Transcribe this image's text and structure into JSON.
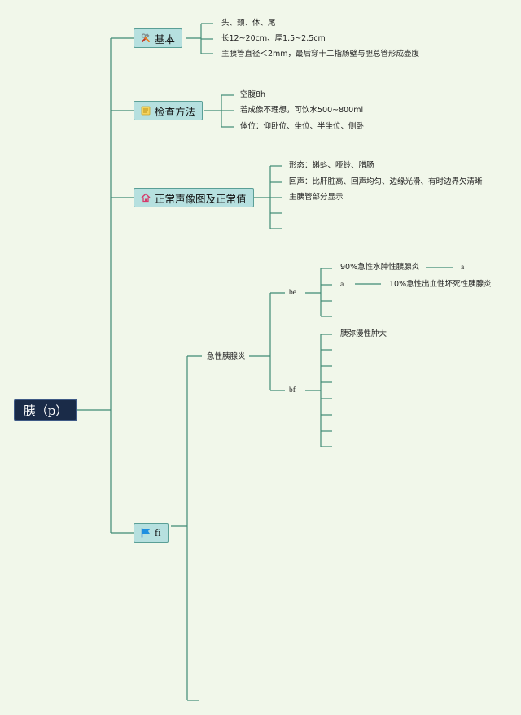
{
  "root": {
    "label": "胰（p）"
  },
  "colors": {
    "background": "#f1f7ea",
    "line": "#3f8a74",
    "root_fill": "#1a2b48",
    "topic_fill": "#b6e0df",
    "topic_border": "#5a9f96"
  },
  "topics": [
    {
      "label": "基本",
      "icon": "tools-icon",
      "items": [
        "头、颈、体、尾",
        "长12~20cm、厚1.5~2.5cm",
        "主胰管直径＜2mm，最后穿十二指肠壁与胆总管形成壶腹"
      ]
    },
    {
      "label": "检查方法",
      "icon": "note-icon",
      "items": [
        "空腹8h",
        "若成像不理想，可饮水500~800ml",
        "体位：仰卧位、坐位、半坐位、侧卧"
      ]
    },
    {
      "label": "正常声像图及正常值",
      "icon": "home-icon",
      "items": [
        "形态：蝌蚪、哑铃、腊肠",
        "回声：比肝脏高、回声均匀、边缘光滑、有时边界欠清晰",
        "主胰管部分显示",
        "",
        ""
      ]
    },
    {
      "label": "fi",
      "icon": "flag-icon",
      "child": {
        "label": "急性胰腺炎",
        "groups": [
          {
            "label": "be",
            "items": [
              {
                "label": "90%急性水肿性胰腺炎",
                "sub": "a"
              },
              {
                "label": "a",
                "sub": "10%急性出血性坏死性胰腺炎"
              },
              {
                "label": ""
              },
              {
                "label": ""
              }
            ]
          },
          {
            "label": "bf",
            "items": [
              {
                "label": "胰弥漫性肿大"
              },
              {
                "label": ""
              },
              {
                "label": ""
              },
              {
                "label": ""
              },
              {
                "label": ""
              },
              {
                "label": ""
              },
              {
                "label": ""
              },
              {
                "label": ""
              }
            ]
          }
        ]
      }
    }
  ]
}
